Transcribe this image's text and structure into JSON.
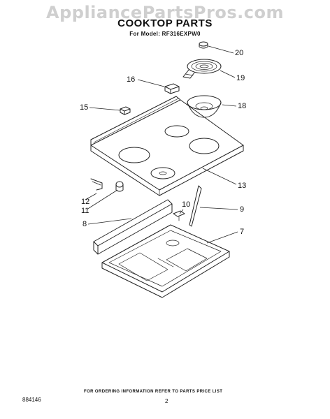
{
  "watermark": "AppliancePartsPros.com",
  "title": "COOKTOP PARTS",
  "model_line": "For Model: RF316EXPW0",
  "callouts": {
    "c20": "20",
    "c19": "19",
    "c18": "18",
    "c16": "16",
    "c15": "15",
    "c13": "13",
    "c12": "12",
    "c11": "11",
    "c10": "10",
    "c9": "9",
    "c8": "8",
    "c7": "7"
  },
  "footer_note": "FOR ORDERING INFORMATION REFER TO PARTS PRICE LIST",
  "doc_number": "884146",
  "page_number": "2"
}
